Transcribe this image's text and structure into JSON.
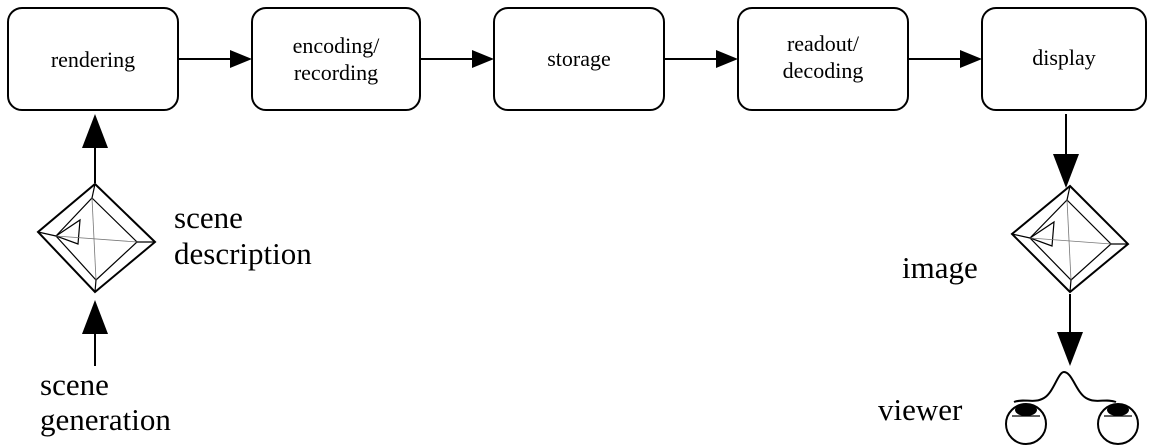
{
  "pipeline": {
    "stages": [
      {
        "lines": [
          "rendering"
        ]
      },
      {
        "lines": [
          "encoding/",
          "recording"
        ]
      },
      {
        "lines": [
          "storage"
        ]
      },
      {
        "lines": [
          "readout/",
          "decoding"
        ]
      },
      {
        "lines": [
          "display"
        ]
      }
    ]
  },
  "labels": {
    "scene_description": [
      "scene",
      "description"
    ],
    "scene_generation": [
      "scene",
      "generation"
    ],
    "image": "image",
    "viewer": "viewer"
  },
  "icons": {
    "scene_object": "beveled-cube-icon",
    "image_object": "beveled-cube-icon",
    "viewer": "eyes-icon"
  }
}
